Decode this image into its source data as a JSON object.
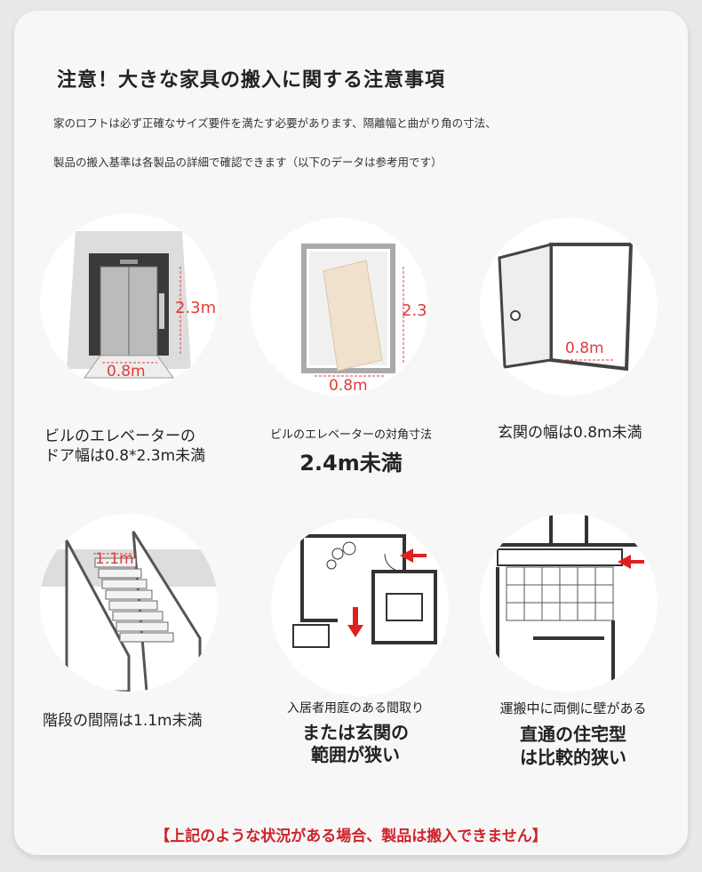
{
  "title": "注意！大きな家具の搬入に関する注意事項",
  "subtitle_lines": [
    "家のロフトは必ず正確なサイズ要件を満たす必要があります、隔離幅と曲がり角の寸法、",
    "製品の搬入基準は各製品の詳細で確認できます（以下のデータは参考用です）"
  ],
  "items": [
    {
      "dim_h": "2.3m",
      "dim_w": "0.8m",
      "caption_lines": [
        "ビルのエレベーターの",
        "ドア幅は0.8*2.3m未満"
      ]
    },
    {
      "dim_h": "2.3m",
      "dim_w": "0.8m",
      "caption_small": "ビルのエレベーターの対角寸法",
      "caption_big": "2.4m未満"
    },
    {
      "dim_w": "0.8m",
      "caption": "玄関の幅は0.8m未満"
    },
    {
      "dim_w": "1.1m",
      "caption": "階段の間隔は1.1m未満"
    },
    {
      "caption_small": "入居者用庭のある間取り",
      "caption_big_lines": [
        "または玄関の",
        "範囲が狭い"
      ]
    },
    {
      "caption_small": "運搬中に両側に壁がある",
      "caption_big_lines": [
        "直通の住宅型",
        "は比較的狭い"
      ]
    }
  ],
  "footer": "【上記のような状況がある場合、製品は搬入できません】",
  "colors": {
    "accent": "#d0222a",
    "dimension": "#e23b3b"
  }
}
